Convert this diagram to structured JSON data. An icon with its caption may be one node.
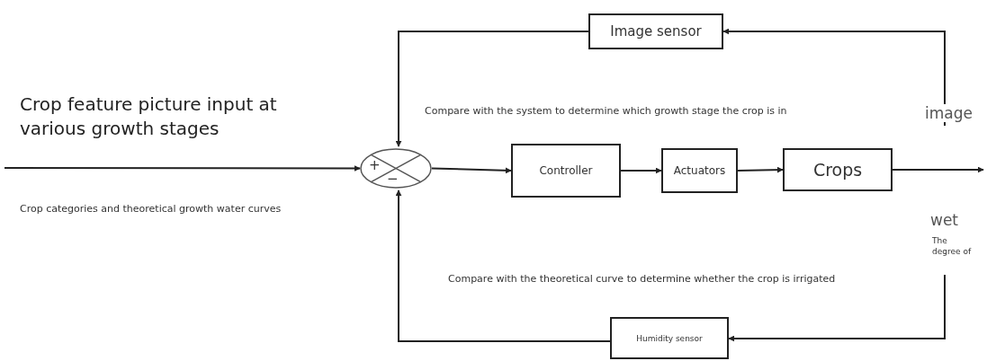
{
  "diagram": {
    "nodes": [
      {
        "text": [
          "Image sensor"
        ]
      },
      {
        "text": [
          "+",
          "−"
        ]
      },
      {
        "text": [
          "Controller"
        ]
      },
      {
        "text": [
          "Actuators"
        ]
      },
      {
        "text": [
          "Crops"
        ]
      },
      {
        "text": [
          "Humidity sensor"
        ]
      }
    ],
    "edges": [
      {
        "from": null,
        "to": 1,
        "arrow": "to"
      },
      {
        "from": 1,
        "to": 2,
        "arrow": "to"
      },
      {
        "from": 2,
        "to": 3,
        "arrow": "to"
      },
      {
        "from": 3,
        "to": 4,
        "arrow": "to"
      },
      {
        "from": 4,
        "to": null,
        "arrow": "to"
      },
      {
        "from": null,
        "to": 0,
        "arrow": "to",
        "label": "image"
      },
      {
        "from": 0,
        "to": 1,
        "arrow": "to"
      },
      {
        "from": null,
        "to": 5,
        "arrow": "to"
      },
      {
        "from": 5,
        "to": 1,
        "arrow": "to"
      }
    ],
    "labels": [
      "Crop feature picture input at various growth stages",
      "Compare with the system to determine which growth stage the crop is in",
      "Crop categories and theoretical growth water curves",
      "wet",
      "The degree of",
      "Compare with the theoretical curve to determine whether the crop is irrigated"
    ]
  }
}
